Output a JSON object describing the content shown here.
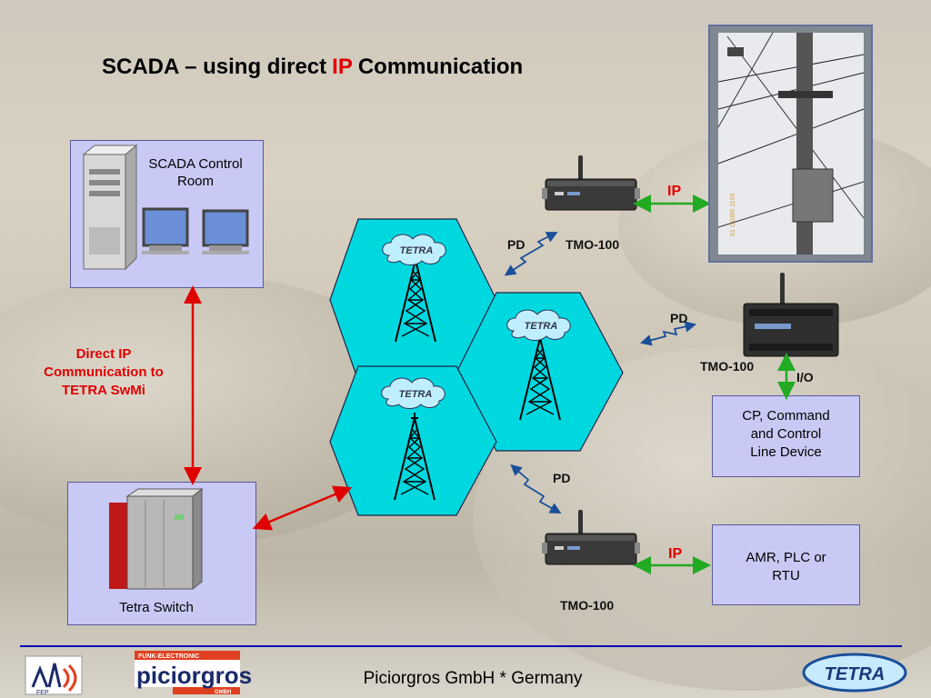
{
  "title": {
    "prefix": "SCADA – using direct",
    "highlight": "IP",
    "suffix": "Communication"
  },
  "scada_room": {
    "label_line1": "SCADA Control",
    "label_line2": "Room"
  },
  "direct_ip_text": {
    "line1": "Direct IP",
    "line2": "Communication to",
    "line3": "TETRA SwMi"
  },
  "tetra_switch": {
    "label": "Tetra Switch"
  },
  "modems": {
    "top": {
      "label": "TMO-100",
      "pd": "PD",
      "ip": "IP"
    },
    "middle": {
      "label": "TMO-100",
      "pd": "PD",
      "io": "I/O"
    },
    "bottom": {
      "label": "TMO-100",
      "pd": "PD",
      "ip": "IP"
    }
  },
  "tetra_logo_text": "TETRA",
  "devices": {
    "cp_line1": "CP, Command",
    "cp_line2": "and Control",
    "cp_line3": "Line Device",
    "amr_line1": "AMR, PLC or",
    "amr_line2": "RTU"
  },
  "photo_caption": "51 GGBR 1109",
  "footer": {
    "company": "Piciorgros GmbH * Germany",
    "logo_top": "FUNK-ELECTRONIC",
    "logo_main": "piciorgros",
    "logo_sub": "GMBH",
    "logo_left": "FEP",
    "tetra_logo": "TETRA"
  },
  "colors": {
    "accent_red": "#e00000",
    "cell_cyan": "#00d8e0",
    "box_lavender": "#c9c9f5",
    "link_green": "#22aa22",
    "footer_blue": "#0000b0"
  }
}
